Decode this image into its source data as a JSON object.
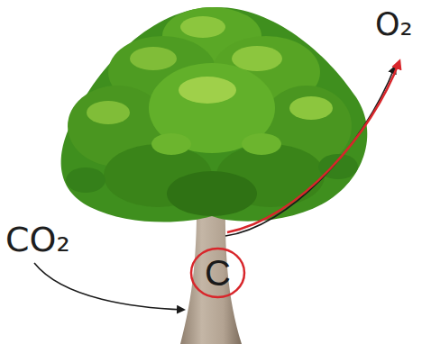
{
  "diagram": {
    "nodes": [
      {
        "text": [
          "C"
        ]
      }
    ],
    "labels": [
      "CO₂",
      "O₂"
    ]
  }
}
